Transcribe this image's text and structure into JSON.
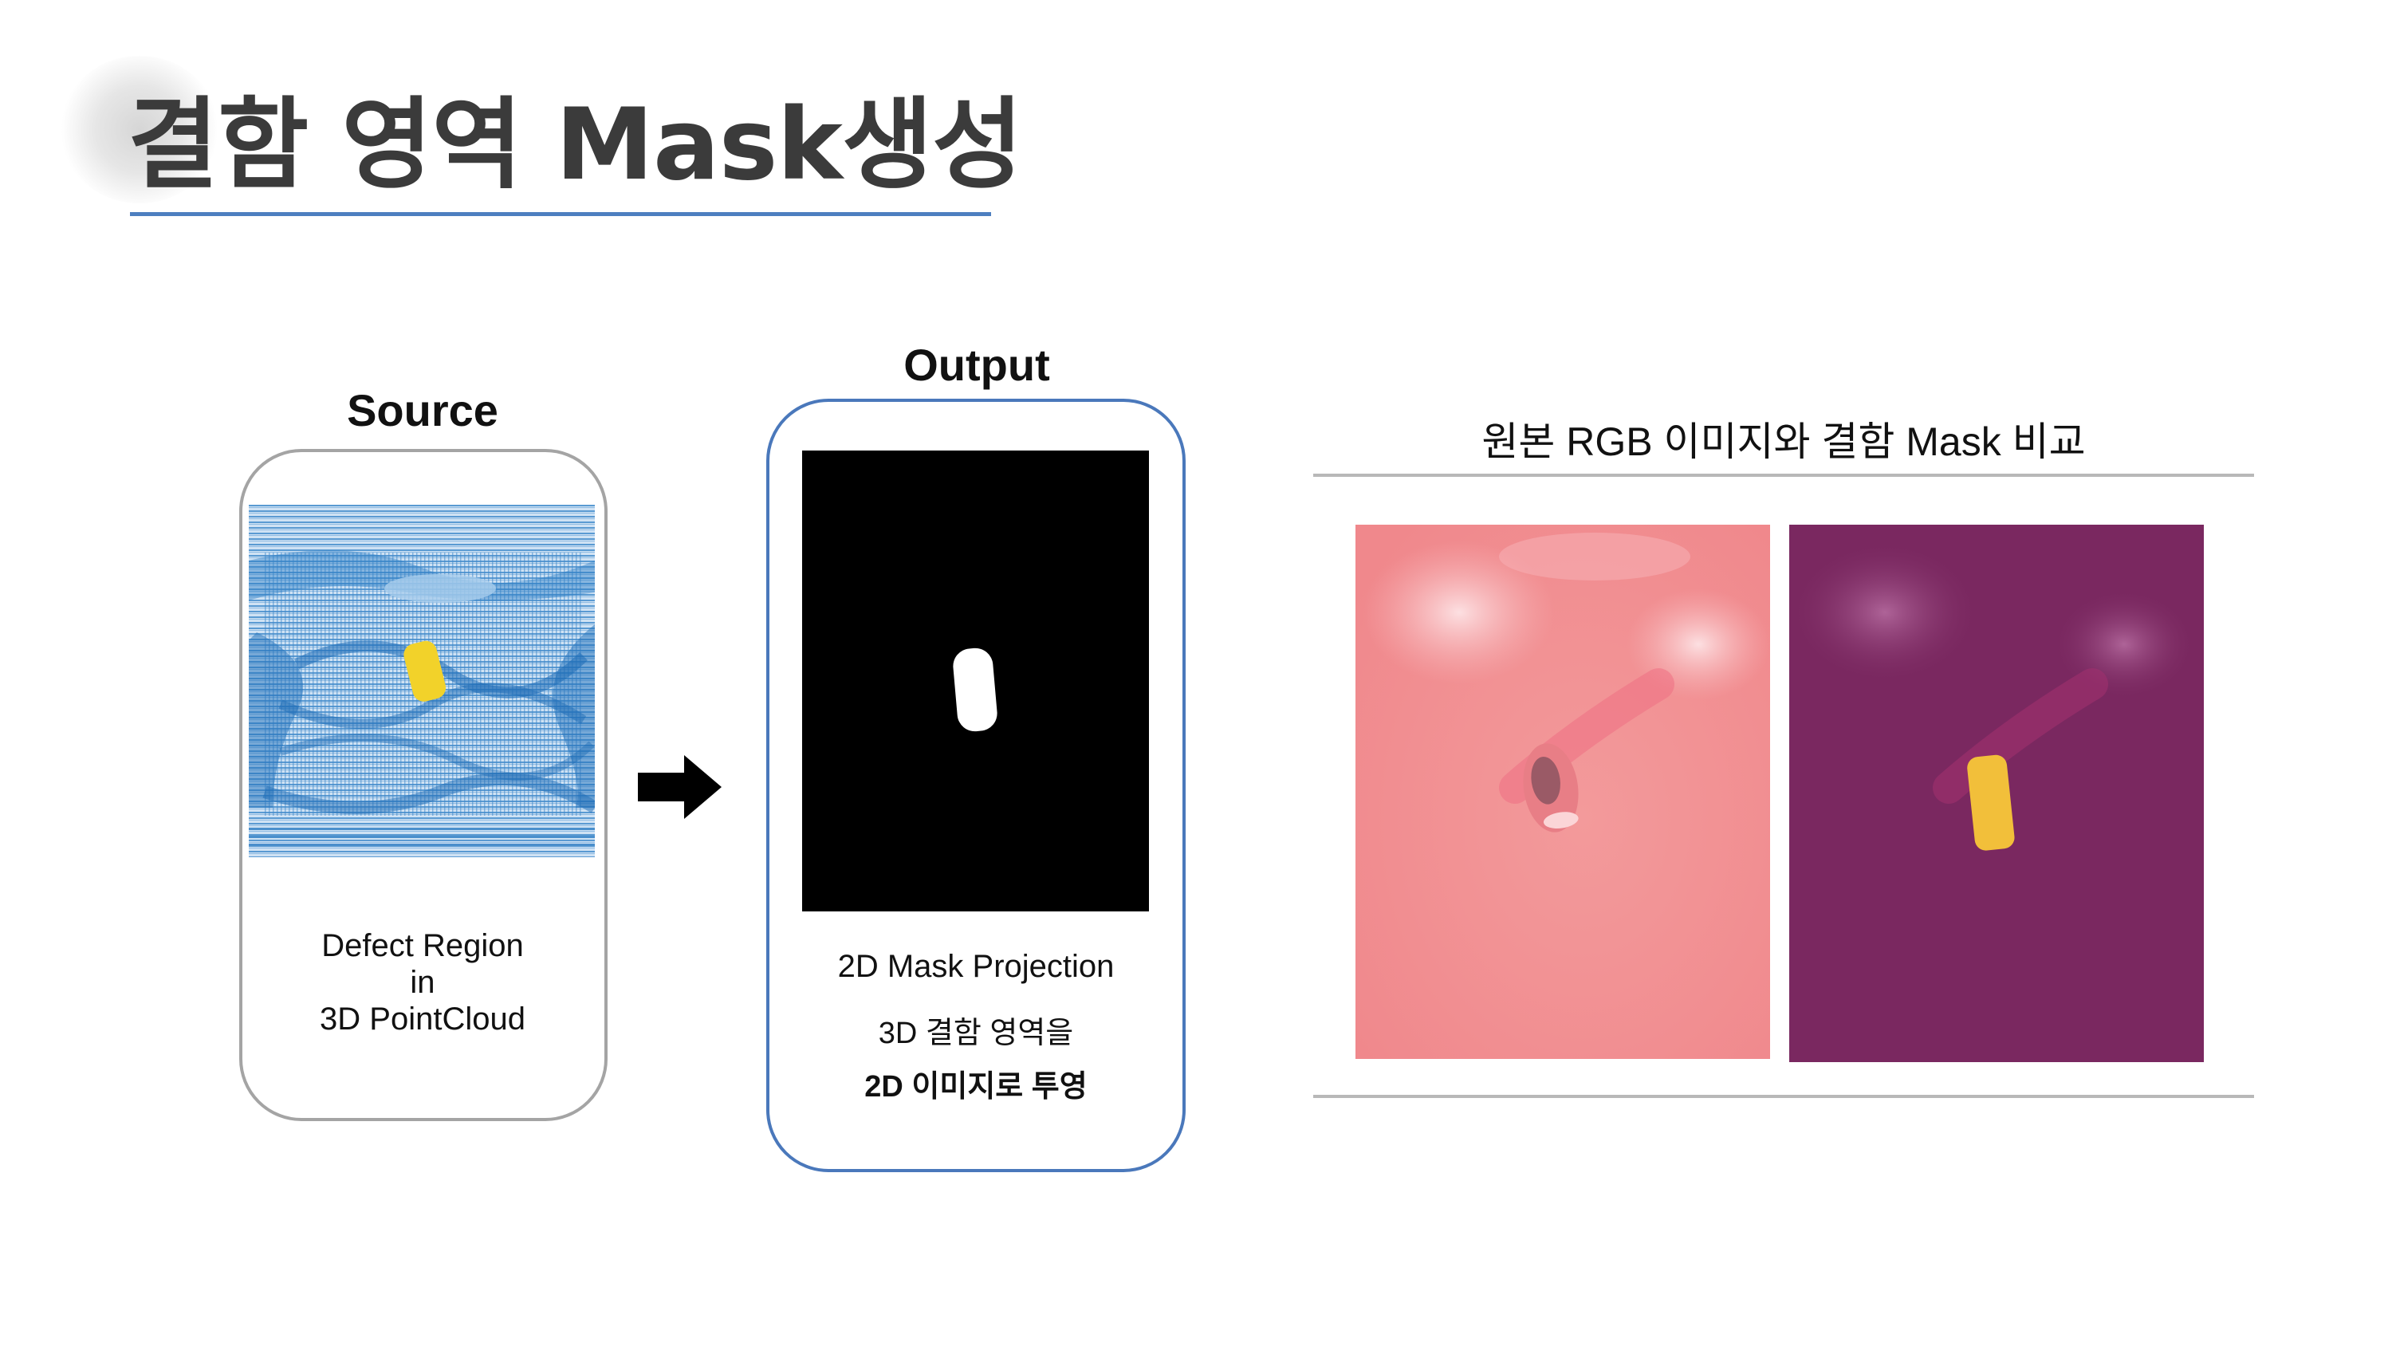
{
  "title": "결함 영역 Mask생성",
  "source": {
    "heading": "Source",
    "caption_lines": [
      "Defect Region",
      "in",
      "3D PointCloud"
    ]
  },
  "output": {
    "heading": "Output",
    "caption": "2D Mask Projection",
    "desc_line1": "3D 결함 영역을",
    "desc_line2": "2D 이미지로 투영"
  },
  "comparison": {
    "title": "원본 RGB 이미지와 결함 Mask 비교"
  },
  "colors": {
    "title_text": "#3b3b3b",
    "title_underline": "#4d7fc0",
    "source_border": "#a4a4a4",
    "output_border": "#4a78bb",
    "pointcloud_blue": "#2f82c8",
    "defect_yellow": "#f2d22a",
    "rgb_pink": "#f29a9c",
    "overlay_purple": "#7a2860",
    "mask_overlay": "#f2bf3a"
  },
  "icons": {
    "arrow": "arrow-right-icon"
  }
}
